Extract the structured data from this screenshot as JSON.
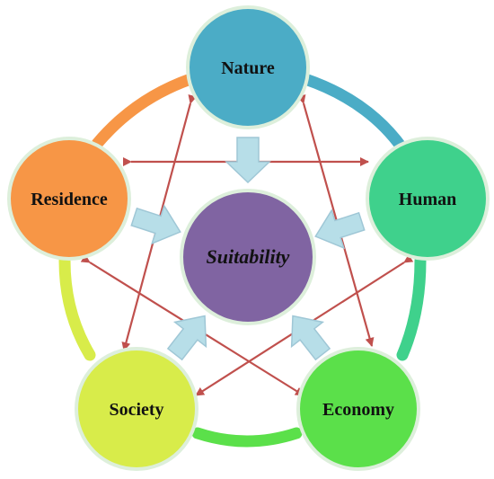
{
  "diagram": {
    "center": {
      "label": "Suitability",
      "color": "#8064A2"
    },
    "nodes": [
      {
        "id": "nature",
        "label": "Nature",
        "color": "#4BACC6"
      },
      {
        "id": "human",
        "label": "Human",
        "color": "#3FD18C"
      },
      {
        "id": "economy",
        "label": "Economy",
        "color": "#5BE04A"
      },
      {
        "id": "society",
        "label": "Society",
        "color": "#D8EC4A"
      },
      {
        "id": "residence",
        "label": "Residence",
        "color": "#F79646"
      }
    ],
    "colors": {
      "node_border": "#DDEFDB",
      "connector_arrow": "#C0504D",
      "inward_arrow_fill": "#B7DEE8",
      "inward_arrow_stroke": "#9FC7D6"
    }
  }
}
